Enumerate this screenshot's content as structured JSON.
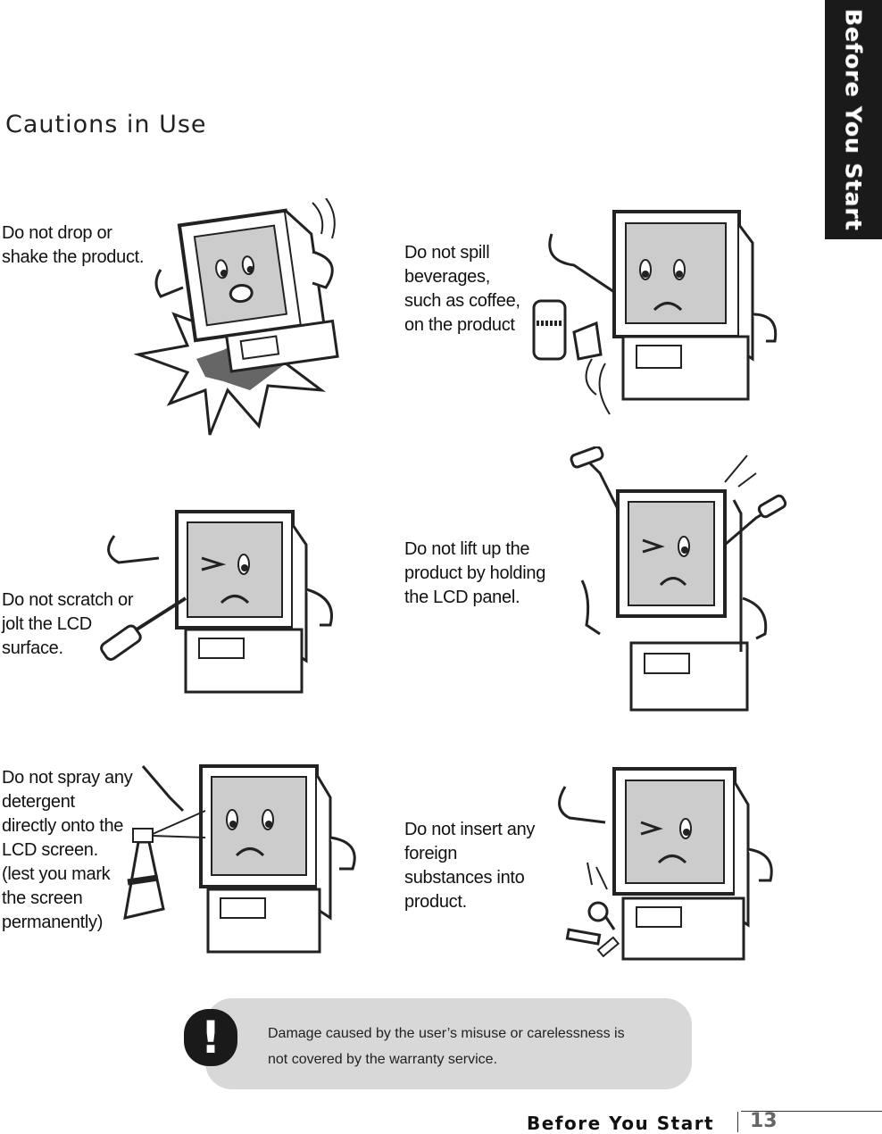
{
  "side_tab": {
    "label": "Before You Start"
  },
  "page_title": "Cautions in Use",
  "cautions": [
    {
      "text_lines": [
        "Do not drop or",
        "shake the product."
      ],
      "illustration": "monitor-shaken-icon"
    },
    {
      "text_lines": [
        "Do not spill",
        "beverages,",
        "such as coffee,",
        "on the product"
      ],
      "illustration": "monitor-spilled-drink-icon"
    },
    {
      "text_lines": [
        "Do not scratch or",
        "jolt the LCD",
        "surface."
      ],
      "illustration": "monitor-screwdriver-icon"
    },
    {
      "text_lines": [
        "Do not lift up the",
        "product by holding",
        "the LCD panel."
      ],
      "illustration": "monitor-lifted-icon"
    },
    {
      "text_lines": [
        "Do not spray any",
        "detergent",
        "directly onto the",
        "LCD screen.",
        "(lest you mark",
        "the screen",
        "permanently)"
      ],
      "illustration": "monitor-spray-bottle-icon"
    },
    {
      "text_lines": [
        "Do not insert any",
        "foreign",
        "substances into",
        "product."
      ],
      "illustration": "monitor-foreign-objects-icon"
    }
  ],
  "notice": {
    "icon": "!",
    "line1": "Damage caused by the user’s misuse or carelessness is",
    "line2": "not covered by the warranty service."
  },
  "footer": {
    "section_label": "Before You Start",
    "page_number": "13"
  }
}
